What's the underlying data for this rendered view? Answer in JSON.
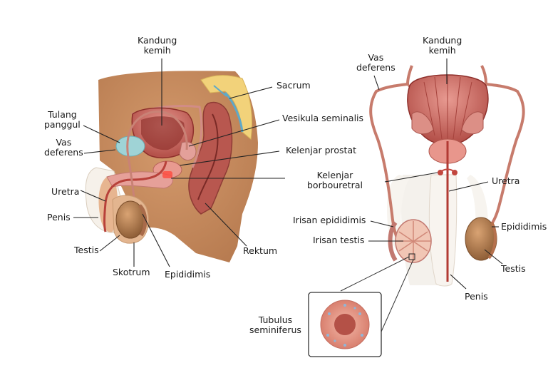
{
  "left_labels": {
    "kandung_kemih": [
      "Kandung",
      "kemih"
    ],
    "sacrum": "Sacrum",
    "tulang_panggul": [
      "Tulang",
      "panggul"
    ],
    "vas_deferens": [
      "Vas",
      "deferens"
    ],
    "vesikula_seminalis": "Vesikula seminalis",
    "kelenjar_prostat": "Kelenjar prostat",
    "uretra": "Uretra",
    "penis": "Penis",
    "testis": "Testis",
    "skotrum": "Skotrum",
    "epididimis": "Epididimis",
    "rektum": "Rektum"
  },
  "center_labels": {
    "kelenjar_borbouretral": [
      "Kelenjar",
      "borbouretral"
    ],
    "irisan_epididimis": "Irisan epididimis",
    "irisan_testis": "Irisan testis",
    "tubulus_seminiferus": [
      "Tubulus",
      "seminiferus"
    ]
  },
  "right_labels": {
    "vas_deferens": [
      "Vas",
      "deferens"
    ],
    "kandung_kemih": [
      "Kandung",
      "kemih"
    ],
    "uretra": "Uretra",
    "epididimis": "Epididimis",
    "testis": "Testis",
    "penis": "Penis"
  },
  "colors": {
    "skin": "#c98b5e",
    "skin_dark": "#a9704a",
    "organ": "#d9837b",
    "organ_dark": "#8e2f2b",
    "bone": "#f2d27a",
    "bone_blue": "#8ec9d8",
    "line": "#222222"
  }
}
